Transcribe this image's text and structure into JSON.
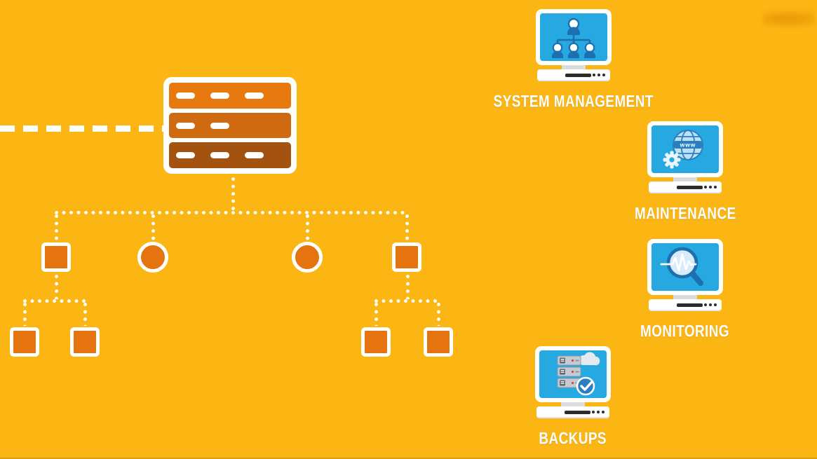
{
  "scene": {
    "background_color": "#FCB614",
    "connector_color": "#FFFFFF",
    "label_color": "#FFFFFF",
    "screen_color": "#25A9E0",
    "illustration_blue": "#1E6FB0"
  },
  "network_diagram": {
    "server_icon": {
      "bar_colors": [
        "#E8790F",
        "#D06A11",
        "#A4520F"
      ],
      "bar_dash_counts": [
        3,
        2,
        3
      ]
    },
    "node_color": "#E5740E",
    "level1_nodes": [
      "square",
      "circle",
      "circle",
      "square"
    ],
    "level2_left_nodes": [
      "square",
      "square"
    ],
    "level2_right_nodes": [
      "square",
      "square"
    ]
  },
  "stations": [
    {
      "label": "SYSTEM MANAGEMENT",
      "icon": "org-chart"
    },
    {
      "label": "MAINTENANCE",
      "icon": "globe-gear",
      "screen_text": "www"
    },
    {
      "label": "MONITORING",
      "icon": "magnifier-pulse"
    },
    {
      "label": "BACKUPS",
      "icon": "servers-cloud-check"
    }
  ]
}
